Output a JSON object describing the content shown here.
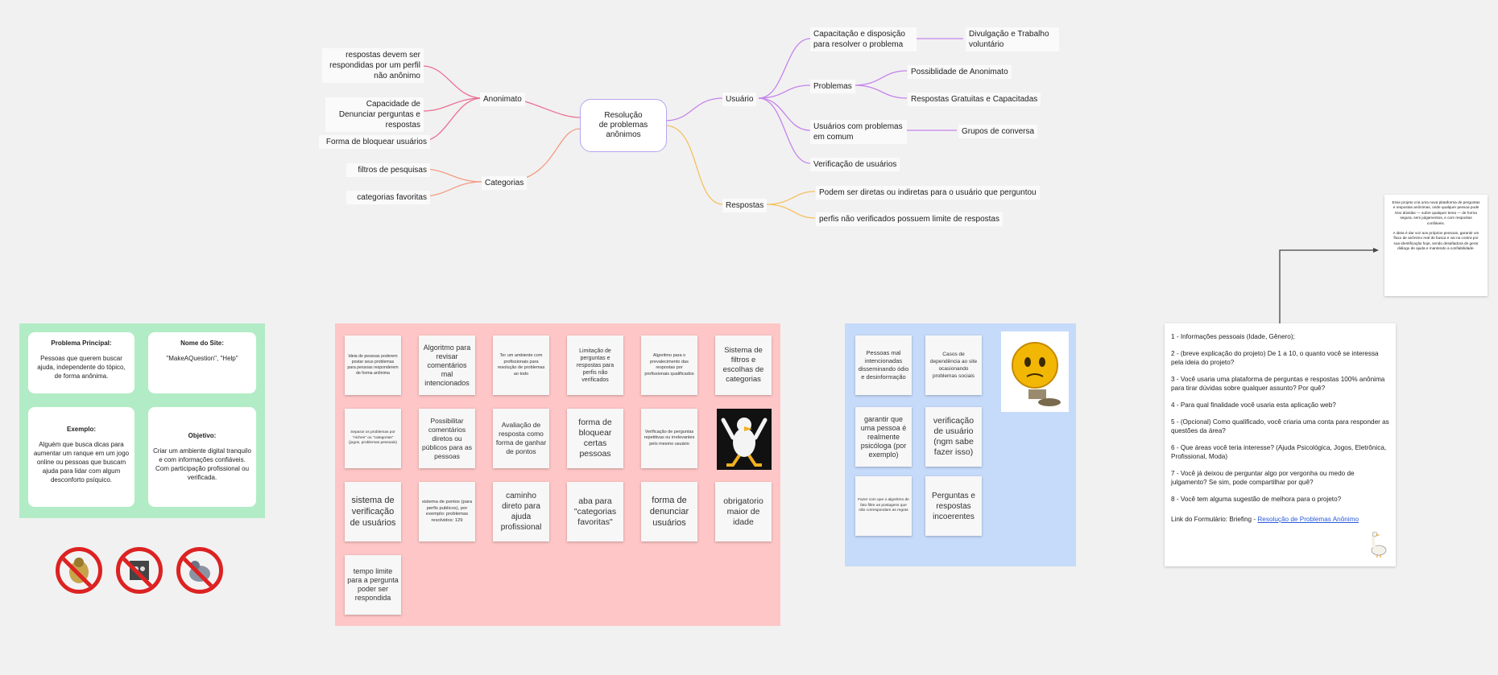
{
  "mindmap": {
    "root": "Resolução\nde problemas\nanônimos",
    "anonimato": {
      "label": "Anonimato",
      "children": [
        "respostas devem ser respondidas por um perfil não anônimo",
        "Capacidade de Denunciar perguntas e respostas",
        "Forma de bloquear usuários"
      ]
    },
    "categorias": {
      "label": "Categorias",
      "children": [
        "filtros de pesquisas",
        "categorias favoritas"
      ]
    },
    "usuario": {
      "label": "Usuário",
      "capacitacao": "Capacitação e disposição para resolver o problema",
      "divulgacao": "Divulgação e Trabalho voluntário",
      "problemas": "Problemas",
      "anonimato_possib": "Possiblidade de Anonimato",
      "respostas_gratuitas": "Respostas Gratuitas e Capacitadas",
      "usuarios_comum": "Usuários com problemas em comum",
      "grupos": "Grupos de conversa",
      "verificacao": "Verificação de usuários"
    },
    "respostas": {
      "label": "Respostas",
      "children": [
        "Podem ser diretas ou indiretas para o usuário que perguntou",
        "perfis não verificados possuem limite de respostas"
      ]
    }
  },
  "green_panel": {
    "cards": [
      {
        "title": "Problema Principal:",
        "body": "Pessoas que querem buscar ajuda, independente do tópico, de forma anônima."
      },
      {
        "title": "Nome do Site:",
        "body": "\"MakeAQuestion\", \"Help\""
      },
      {
        "title": "Exemplo:",
        "body": "Alguém que busca dicas para aumentar um ranque em um jogo online ou pessoas que buscam ajuda para lidar com algum desconforto psíquico."
      },
      {
        "title": "Objetivo:",
        "body": "Criar um ambiente digital tranquilo e com informações confiáveis. Com participação profissional ou verificada."
      }
    ]
  },
  "red_panel": {
    "notes": [
      "Ideia de pessoas poderem postar seus problemas para pessoas responderem de forma anônima",
      "Algoritmo para revisar comentários mal intencionados",
      "Ter um ambiente com profissionais para resolução de problemas ao todo",
      "Limitação de perguntas e respostas para perfis não verificados",
      "Algoritmo para o prevalecimento das respostas por profissionais qualificados",
      "Sistema de filtros e escolhas de categorias",
      "Separar os problemas por \"niches\" ou \"categorias\" (jogos, problemas pessoais)",
      "Possibilitar comentários diretos ou públicos para as pessoas",
      "Avaliação de resposta como forma de ganhar de pontos",
      "forma de bloquear certas pessoas",
      "Verificação de perguntas repetitivas ou irrelevantes pelo mesmo usuário",
      "sistema de verificação de usuários",
      "sistema de pontos (para perfis publicos), por exemplo: problemas resolvidos: 129",
      "caminho direto para ajuda profissional",
      "aba para \"categorias favoritas\"",
      "forma de denunciar usuários",
      "obrigatorio maior de idade",
      "tempo limite para a pergunta poder ser respondida"
    ]
  },
  "blue_panel": {
    "notes": [
      "Pessoas mal intencionadas disseminando ódio e desinformação",
      "Casos de dependência ao site ocasionando problemas sociais",
      "garantir que uma pessoa é realmente psicóloga (por exemplo)",
      "verificação de usuário (ngm sabe fazer isso)",
      "Fazer com que o algoritmo de fato filtre as postagens que não correspondam as regras",
      "Perguntas e respostas incoerentes"
    ]
  },
  "description_card": {
    "p1": "Esse projeto cria uma nova plataforma de perguntas e respostas anônimas, onde qualquer pessoa pode tirar dúvidas — sobre qualquer tema — de forma segura, sem julgamentos, e com respostas confiáveis.",
    "p2": "A ideia é dar voz aos próprios pessoas, garantir um fluxo de anônimo real de busca e vai na contra por sua identificação hoje, sendo desafiadora de gerar diálogo de ajuda e mantendo a confiabilidade."
  },
  "form_card": {
    "questions": [
      "1 - Informações pessoais (Idade, Gênero);",
      "2 - (breve explicação do projeto) De 1 a 10, o quanto você se interessa pela ideia do projeto?",
      "3 - Você usaria uma plataforma de perguntas e respostas 100% anônima para tirar dúvidas sobre qualquer assunto? Por quê?",
      "4 - Para qual finalidade você usaria esta aplicação web?",
      "5 - (Opcional) Como qualificado, você criaria uma conta para responder as questões da área?",
      "6 - Que áreas você teria interesse? (Ajuda Psicológica, Jogos, Eletrônica, Profissional, Moda)",
      "7 - Você já deixou de perguntar algo por vergonha ou medo de julgamento? Se sim, pode compartilhar por quê?",
      "8 - Você tem alguma sugestão de melhora para o projeto?"
    ],
    "link_prefix": "Link do Formulário: Briefing - ",
    "link_text": "Resolução de Problemas Anônimo"
  },
  "colors": {
    "anonimato_branch": "#ec6f92",
    "categorias_branch": "#f39b83",
    "usuario_branch": "#c583ec",
    "respostas_branch": "#f4c15f",
    "green_panel": "#b2ecc6",
    "red_panel": "#fec6c6",
    "blue_panel": "#c6dafa"
  }
}
